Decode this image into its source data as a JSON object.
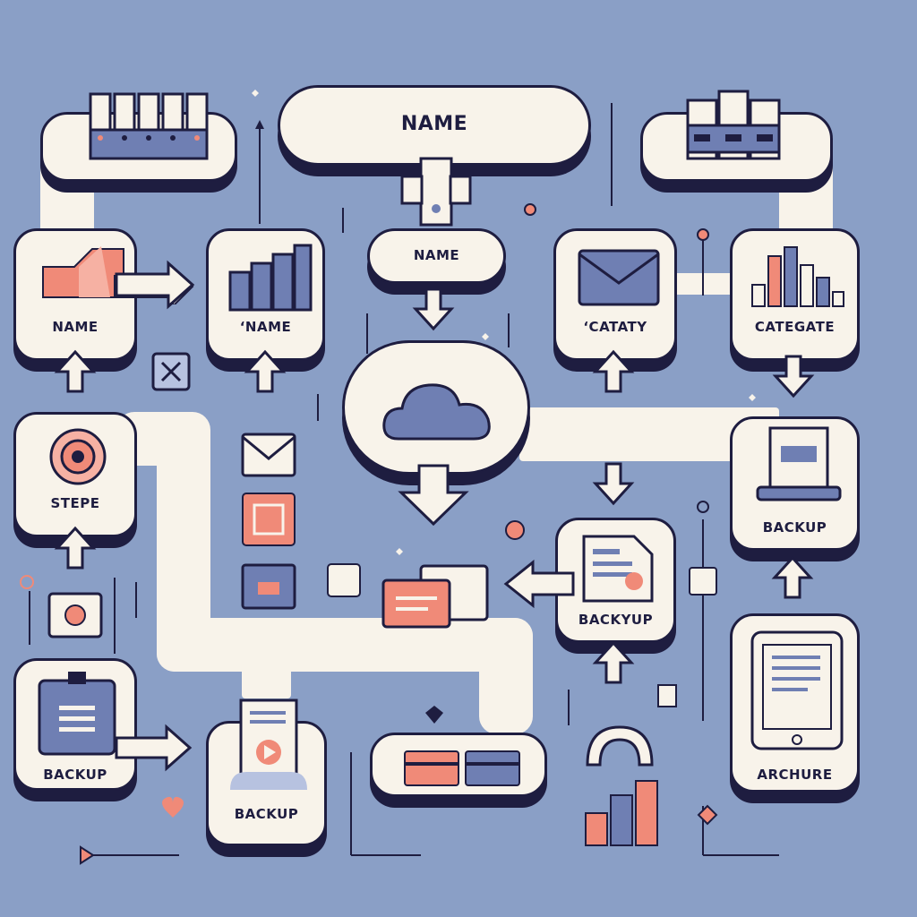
{
  "colors": {
    "background": "#8a9fc6",
    "card": "#f8f3ea",
    "outline": "#1e1d40",
    "accent_coral": "#f08a78",
    "accent_slate": "#6f7fb3"
  },
  "nodes": {
    "top_name": "NAME",
    "mid_name": "NAME",
    "left_name": "NAME",
    "second_name": "‘NAME",
    "catalog": "‘CATATY",
    "categate": "CATEGATE",
    "stepe": "STEPE",
    "backup_right": "BACKUP",
    "backyup": "BACKYUP",
    "backup_left": "BACKUP",
    "backup_bottom": "BACKUP",
    "archure": "ARCHURE"
  },
  "icons": {
    "server_rack": "server-rack-icon",
    "folder": "folder-icon",
    "database": "database-icon",
    "envelope": "envelope-icon",
    "cloud": "cloud-icon",
    "record": "record-icon",
    "laptop": "laptop-icon",
    "document": "document-icon",
    "clipboard": "clipboard-icon",
    "video": "video-icon",
    "tablet": "tablet-icon",
    "bar_chart": "bar-chart-icon"
  }
}
